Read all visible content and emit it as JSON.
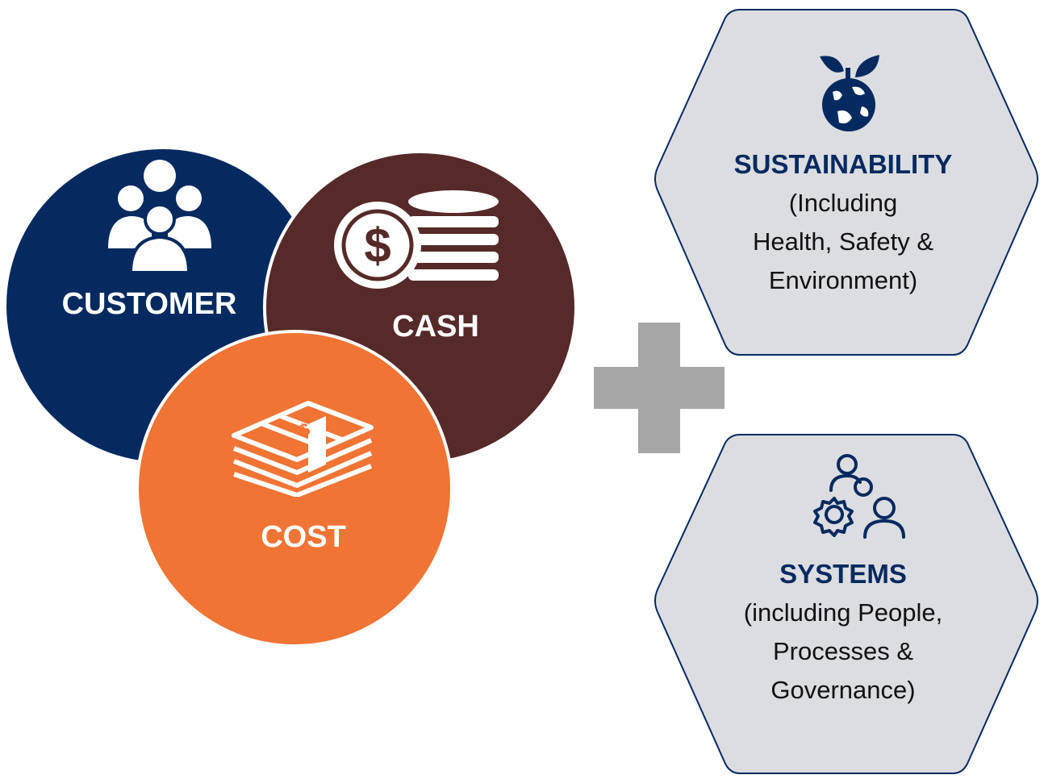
{
  "circles": {
    "customer": {
      "label": "CUSTOMER",
      "icon": "people-group-icon",
      "color": "#052a60"
    },
    "cash": {
      "label": "CASH",
      "icon": "dollar-coin-stack-icon",
      "color": "#552a28"
    },
    "cost": {
      "label": "COST",
      "icon": "money-stack-icon",
      "color": "#f07434"
    }
  },
  "plus": {
    "icon": "plus-icon",
    "color": "#a6a6a6"
  },
  "hexagons": {
    "sustainability": {
      "title": "SUSTAINABILITY",
      "subtitle_lines": [
        "(Including",
        "Health, Safety &",
        "Environment)"
      ],
      "icon": "globe-plant-icon",
      "fill": "#dcdde1",
      "stroke": "#052a60"
    },
    "systems": {
      "title": "SYSTEMS",
      "subtitle_lines": [
        "(including People,",
        "Processes &",
        "Governance)"
      ],
      "icon": "people-gear-icon",
      "fill": "#dcdde1",
      "stroke": "#052a60"
    }
  }
}
